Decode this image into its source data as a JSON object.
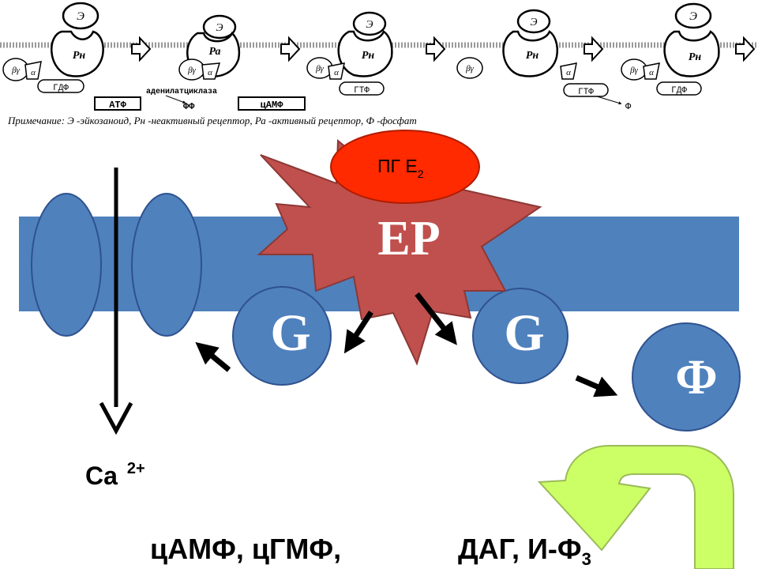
{
  "top_scheme": {
    "ligand": "Э",
    "receptor_steps": [
      "Рн",
      "Ра",
      "Рн",
      "Рн",
      "Рн"
    ],
    "g_subunits": [
      "βγ",
      "α"
    ],
    "step_labels": [
      "ГДФ",
      "ГТФ",
      "ГТФ",
      "ГДФ"
    ],
    "step2_labels": [
      "АТФ",
      "аденилатциклаза",
      "ФФ",
      "цАМФ"
    ],
    "step4_product": "Ф",
    "note": "Примечание: Э -эйкозаноид, Рн -неактивный рецептор, Ра -активный рецептор, Ф -фосфат"
  },
  "main": {
    "ligand_name": "ПГ Е",
    "ligand_subscript": "2",
    "receptor_label": "ЕР",
    "g_protein_label": "G",
    "effector_label": "Ф",
    "ion_label": "Ca",
    "ion_superscript": "2+",
    "messengers_left": "цАМФ, цГМФ,",
    "messengers_right": "ДАГ, И-Ф",
    "messengers_right_subscript": "3"
  },
  "colors": {
    "membrane": "#4f81bd",
    "protein": "#4f81bd",
    "protein_outline": "#2f528f",
    "receptor": "#c0504d",
    "ligand": "#ff2a00",
    "curved_arrow": "#ccff66",
    "curved_arrow_outline": "#9bbb59"
  }
}
